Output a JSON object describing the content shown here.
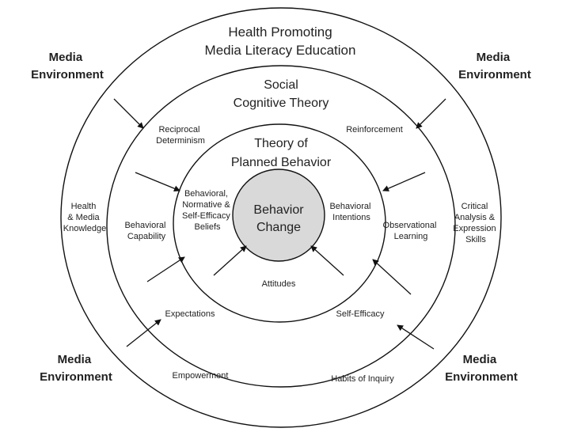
{
  "center": {
    "line1": "Behavior",
    "line2": "Change",
    "fill": "#d9d9d9"
  },
  "rings": {
    "inner": {
      "title_line1": "Theory of",
      "title_line2": "Planned Behavior",
      "labels": {
        "beliefs": [
          "Behavioral,",
          "Normative &",
          "Self-Efficacy",
          "Beliefs"
        ],
        "intentions": [
          "Behavioral",
          "Intentions"
        ],
        "attitudes": "Attitudes"
      }
    },
    "middle": {
      "title_line1": "Social",
      "title_line2": "Cognitive Theory",
      "labels": {
        "reciprocal": [
          "Reciprocal",
          "Determinism"
        ],
        "reinforcement": "Reinforcement",
        "capability": [
          "Behavioral",
          "Capability"
        ],
        "observational": [
          "Observational",
          "Learning"
        ],
        "expectations": "Expectations",
        "self_efficacy": "Self-Efficacy"
      }
    },
    "outer": {
      "title_line1": "Health Promoting",
      "title_line2": "Media Literacy Education",
      "labels": {
        "knowledge": [
          "Health",
          "& Media",
          "Knowledge"
        ],
        "critical": [
          "Critical",
          "Analysis &",
          "Expression",
          "Skills"
        ],
        "empowerment": "Empowerment",
        "habits": "Habits of Inquiry"
      }
    }
  },
  "environment": {
    "top_left": [
      "Media",
      "Environment"
    ],
    "top_right": [
      "Media",
      "Environment"
    ],
    "bottom_left": [
      "Media",
      "Environment"
    ],
    "bottom_right": [
      "Media",
      "Environment"
    ]
  },
  "colors": {
    "stroke": "#111111",
    "text": "#222222",
    "center_fill": "#d9d9d9"
  }
}
